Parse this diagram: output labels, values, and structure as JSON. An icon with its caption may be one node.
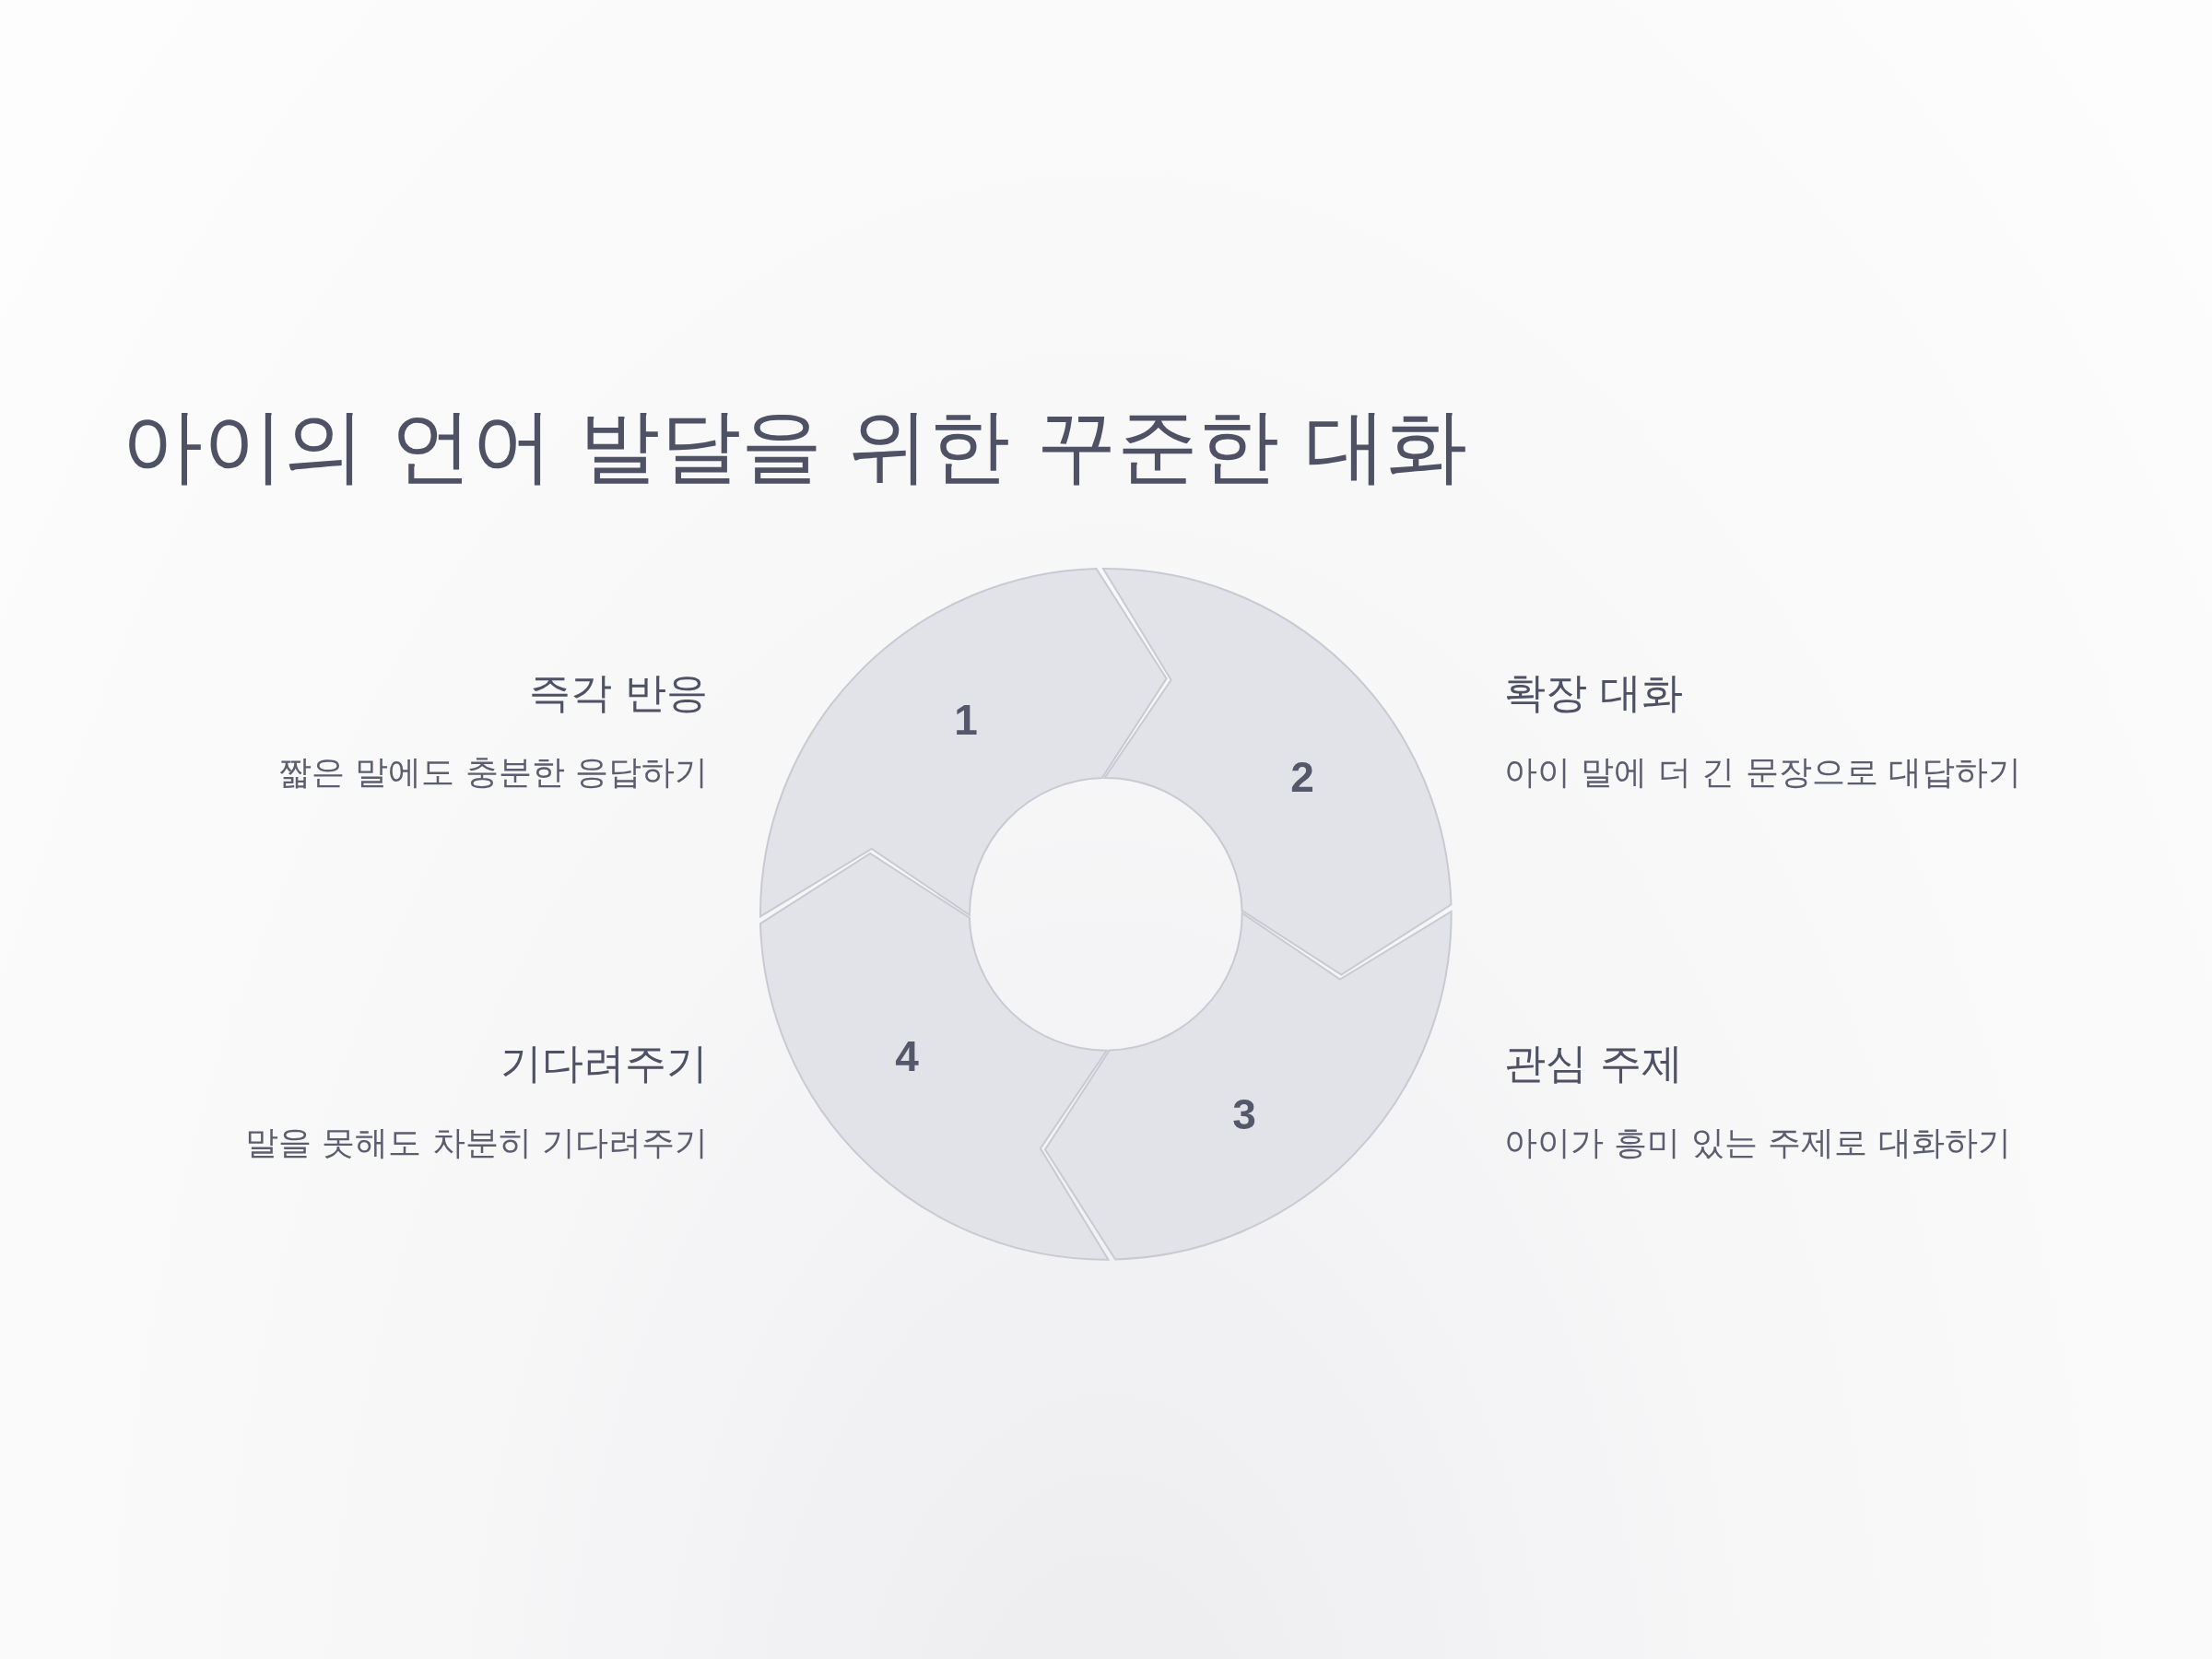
{
  "diagram": {
    "title": "아이의 언어 발달을 위한 꾸준한 대화",
    "nodes": [
      {
        "text": [
          "1"
        ],
        "beside": [
          "즉각 반응",
          "짧은 말에도 충분한 응답하기"
        ]
      },
      {
        "text": [
          "2"
        ],
        "beside": [
          "확장 대화",
          "아이 말에 더 긴 문장으로 대답하기"
        ]
      },
      {
        "text": [
          "3"
        ],
        "beside": [
          "관심 주제",
          "아이가 흥미 있는 주제로 대화하기"
        ]
      },
      {
        "text": [
          "4"
        ],
        "beside": [
          "기다려주기",
          "말을 못해도 차분히 기다려주기"
        ]
      }
    ]
  }
}
